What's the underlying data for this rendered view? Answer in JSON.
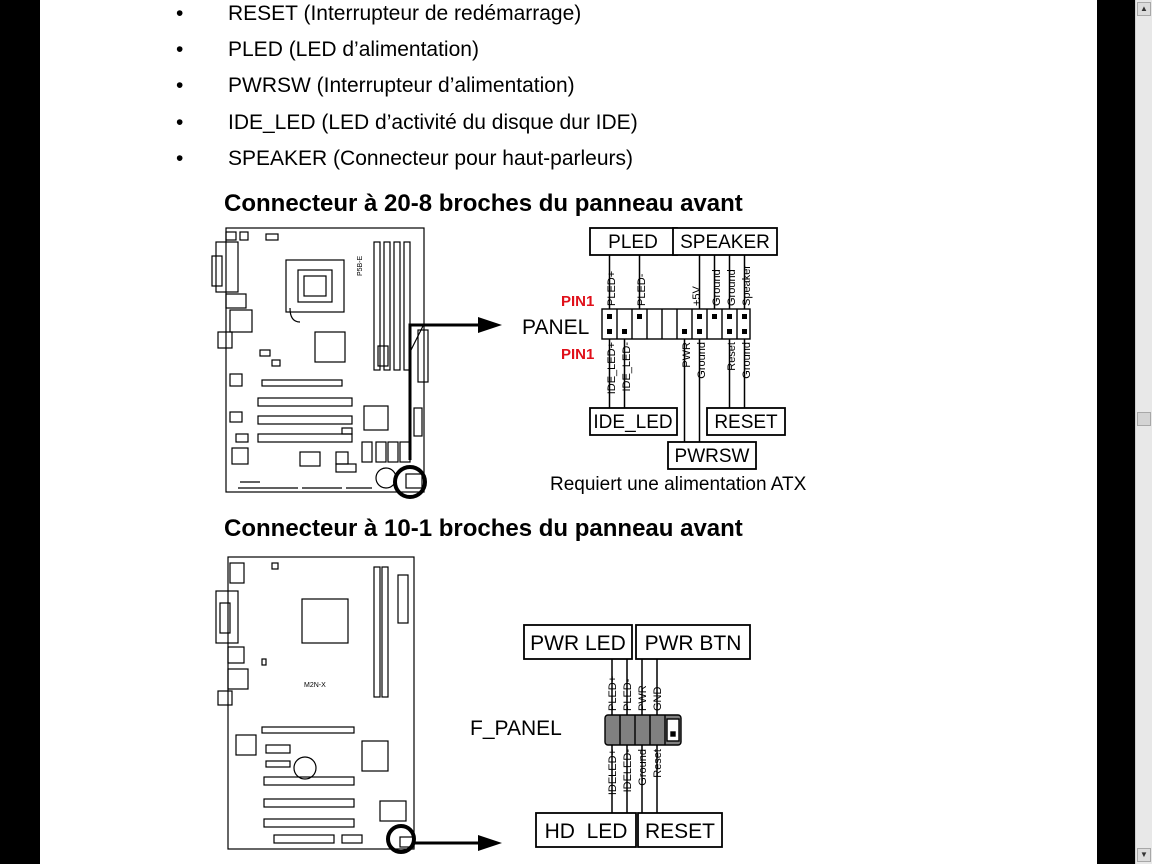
{
  "bullets": [
    {
      "label": "RESET (Interrupteur de redémarrage)"
    },
    {
      "label": "PLED (LED d’alimentation)"
    },
    {
      "label": "PWRSW (Interrupteur d’alimentation)"
    },
    {
      "label": "IDE_LED (LED d’activité du disque dur IDE)"
    },
    {
      "label": "SPEAKER (Connecteur pour haut-parleurs)"
    }
  ],
  "bullet_glyph": "•",
  "diagram1": {
    "heading": "Connecteur à 20-8 broches du panneau avant",
    "board_model": "P5B-E",
    "panel_label": "PANEL",
    "pin1_label": "PIN1",
    "pin1_color": "#e0101a",
    "groups": {
      "pled": "PLED",
      "speaker": "SPEAKER",
      "ide_led": "IDE_LED",
      "reset": "RESET",
      "pwrsw": "PWRSW"
    },
    "top_pins": [
      "PLED+",
      "PLED-",
      "+5V",
      "Ground",
      "Ground",
      "Speaker"
    ],
    "bottom_pins": [
      "IDE_LED+",
      "IDE_LED-",
      "PWR",
      "Ground",
      "Reset",
      "Ground"
    ],
    "note": "Requiert une alimentation ATX"
  },
  "diagram2": {
    "heading": "Connecteur à 10-1 broches du panneau avant",
    "board_model": "M2N-X",
    "panel_label": "F_PANEL",
    "groups": {
      "pwr_led": "PWR LED",
      "pwr_btn": "PWR BTN",
      "hd_led": "HD  LED",
      "reset": "RESET"
    },
    "top_pins": [
      "PLED+",
      "PLED-",
      "PWR",
      "GND"
    ],
    "bottom_pins": [
      "IDELED+",
      "IDELED-",
      "Ground",
      "Reset"
    ]
  },
  "colors": {
    "connector_fill": "#808080"
  }
}
